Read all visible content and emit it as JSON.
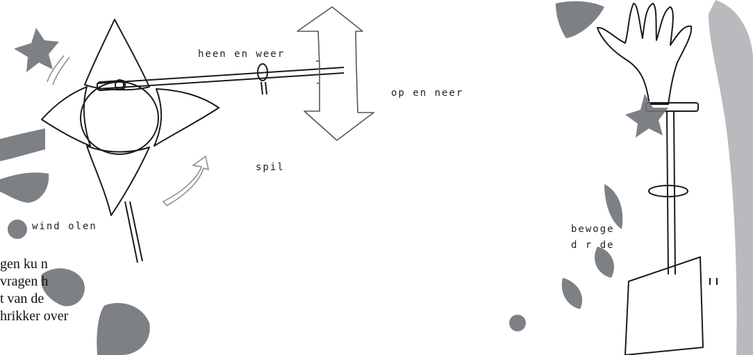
{
  "labels": {
    "heen_en_weer": "heen en weer",
    "op_en_neer": "op en neer",
    "spil": "spil",
    "windmolen": "wind olen",
    "bewogen": "bewoge",
    "door_de": "d   r de"
  },
  "body_text": [
    "gen ku  n",
    "vragen h",
    "t van de",
    "hrikker over"
  ],
  "colors": {
    "ink": "#1a1a1a",
    "watermark": "#6f7378"
  },
  "icons": [
    "pinwheel-drawing",
    "double-arrow-up-down",
    "rotation-arrow",
    "glove-on-stick-drawing",
    "watermark"
  ]
}
